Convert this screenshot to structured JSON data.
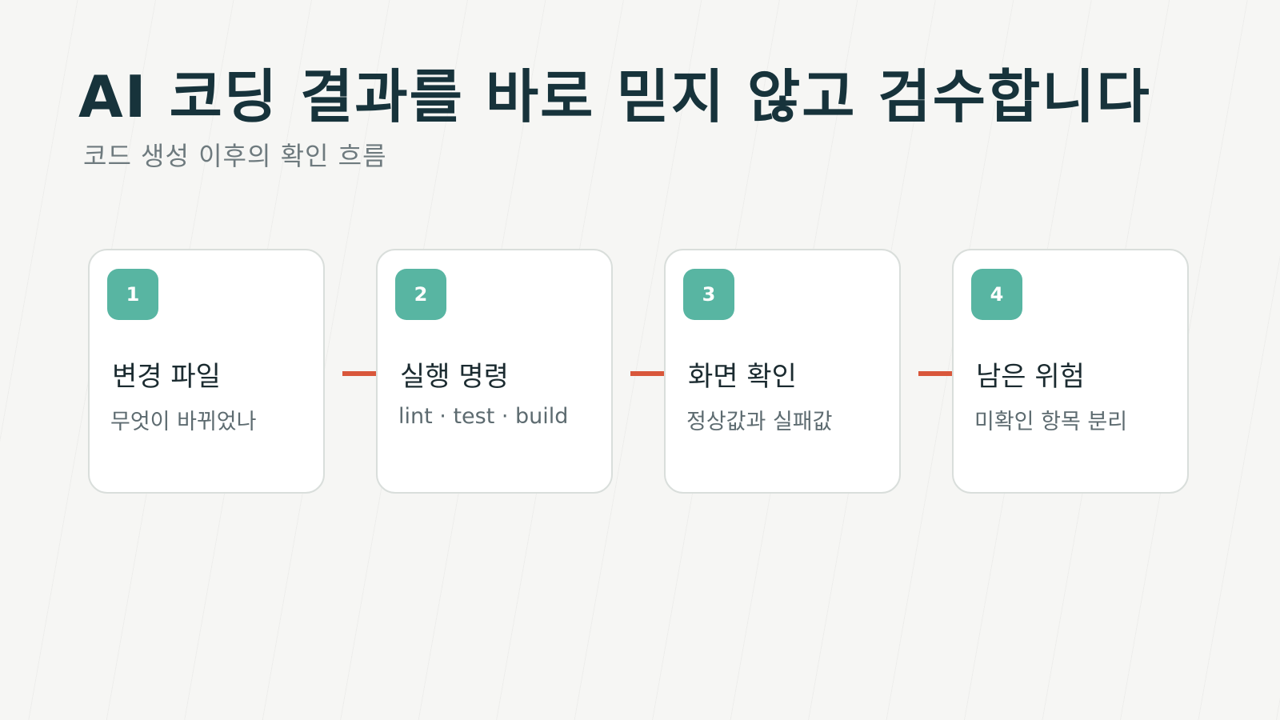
{
  "slide": {
    "title": "AI 코딩 결과를 바로 믿지 않고 검수합니다",
    "subtitle": "코드 생성 이후의 확인 흐름"
  },
  "colors": {
    "title": "#17333b",
    "badge": "#58b5a2",
    "arrow": "#d9573b",
    "card_border": "#d9dedb"
  },
  "steps": [
    {
      "number": "1",
      "title": "변경 파일",
      "desc": "무엇이 바뀌었나"
    },
    {
      "number": "2",
      "title": "실행 명령",
      "desc": "lint · test · build"
    },
    {
      "number": "3",
      "title": "화면 확인",
      "desc": "정상값과 실패값"
    },
    {
      "number": "4",
      "title": "남은 위험",
      "desc": "미확인 항목 분리"
    }
  ]
}
